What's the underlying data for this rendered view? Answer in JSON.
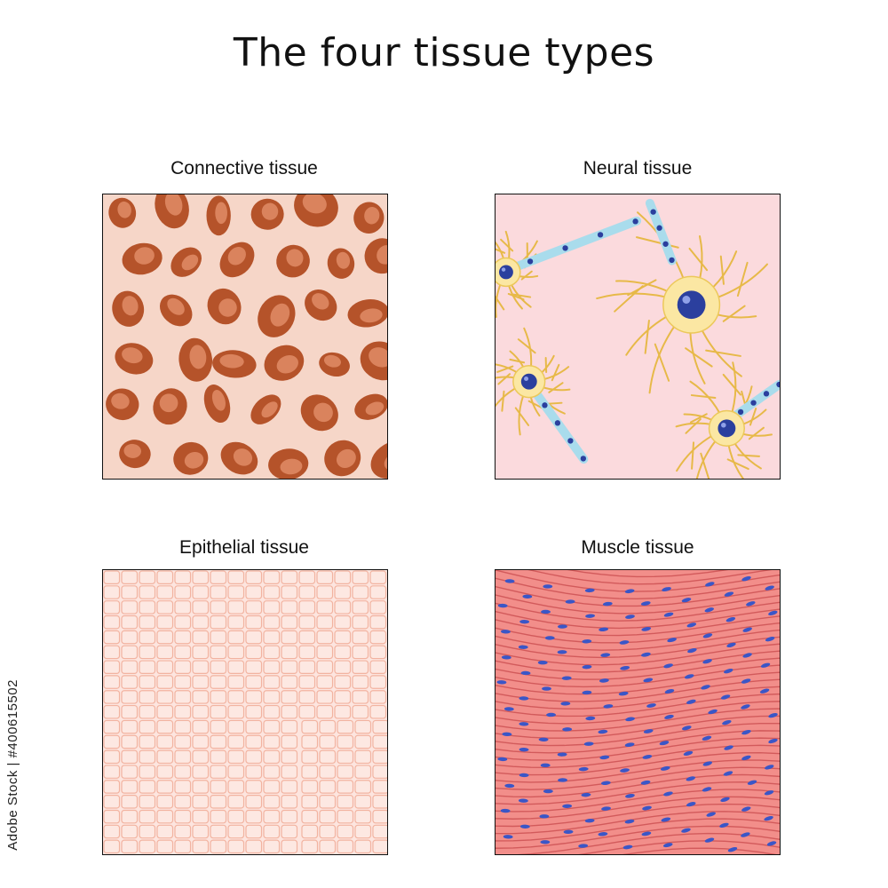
{
  "title": "The four tissue types",
  "panels": {
    "connective": {
      "label": "Connective tissue"
    },
    "neural": {
      "label": "Neural tissue"
    },
    "epithelial": {
      "label": "Epithelial tissue"
    },
    "muscle": {
      "label": "Muscle tissue"
    }
  },
  "watermark": "Adobe Stock | #400615502",
  "colors": {
    "connective_bg": "#b5532a",
    "connective_mesh": "#fbe4dc",
    "neural_bg": "#fbdadd",
    "neuron": "#fbe7a3",
    "nucleus": "#2b3f9e",
    "myelin": "#a9dcec",
    "epithelial_bg": "#fde5df",
    "epithelial_line": "#f2b3a0",
    "muscle_bg": "#f28e8a",
    "muscle_line": "#d9605f",
    "muscle_nucleus": "#3a56c7"
  }
}
